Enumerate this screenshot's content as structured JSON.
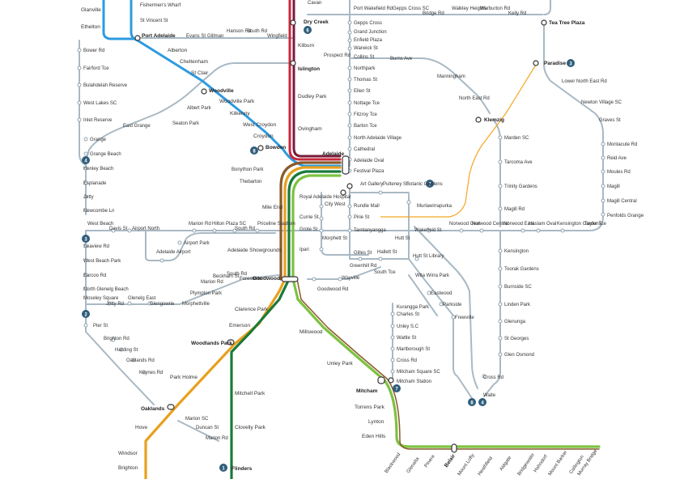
{
  "colors": {
    "bus_grey": "#a9b9c4",
    "seaford_orange": "#e8a01e",
    "flinders_green": "#1a7a3a",
    "belair_green": "#7dc242",
    "belair_brown": "#8a5a2b",
    "gawler_red": "#c8283c",
    "outer_harbor_blue": "#2d9be0",
    "grange_blue": "#3aa0e0",
    "adelaide_maroon": "#7a1b3a",
    "tram_orange": "#f5a623",
    "label": "#333333"
  },
  "stations": {
    "glanville": "Glanville",
    "ethelton": "Ethelton",
    "fishermens_wharf": "Fishermen's Wharf",
    "st_vincent_st": "St Vincent St",
    "port_adelaide": "Port Adelaide",
    "evans_st": "Evans St",
    "gillman": "Gillman",
    "hanson_rd": "Hanson Rd",
    "south_rd_n": "South Rd",
    "wingfield": "Wingfield",
    "cavan": "Cavan",
    "dry_creek": "Dry Creek",
    "port_wakefield_rd": "Port Wakefield Rd",
    "gepps_cross_sc": "Gepps Cross SC",
    "bridge_rd": "Bridge Rd",
    "walkley_heights": "Walkley Heights",
    "warburton_rd": "Warburton Rd",
    "kelly_rd": "Kelly Rd",
    "tea_tree_plaza": "Tea Tree Plaza",
    "gepps_cross": "Gepps Cross",
    "grand_junction": "Grand Junction",
    "enfield_plaza": "Enfield Plaza",
    "warwick_st": "Warwick St",
    "collins_st": "Collins St",
    "prospect_rd": "Prospect Rd",
    "burns_ave": "Burns Ave",
    "paradise": "Paradise",
    "lower_north_east_rd": "Lower North East Rd",
    "newton_village_sc": "Newton Village SC",
    "graves_st": "Graves St",
    "montacute_rd": "Montacute Rd",
    "reid_ave": "Reid Ave",
    "moules_rd": "Moules Rd",
    "magill": "Magill",
    "magill_central": "Magill Central",
    "penfolds_grange": "Penfolds Grange",
    "bower_rd": "Bower Rd",
    "fairford_tce": "Fairford Tce",
    "bulahdelah_reserve": "Bulahdelah Reserve",
    "west_lakes_sc": "West Lakes SC",
    "inlet_reserve": "Inlet Reserve",
    "east_grange": "East Grange",
    "grange": "Grange",
    "grange_beach": "Grange Beach",
    "henley_beach": "Henley Beach",
    "esplanade": "Esplanade",
    "jetty": "Jetty",
    "newcombe_ln": "Newcombe Ln",
    "alberton": "Alberton",
    "cheltenham": "Cheltenham",
    "st_clair": "St Clair",
    "woodville": "Woodville",
    "albert_park": "Albert Park",
    "seaton_park": "Seaton Park",
    "woodville_park": "Woodville Park",
    "kilkenny": "Kilkenny",
    "west_croydon": "West Croydon",
    "croydon": "Croydon",
    "bowden": "Bowden",
    "bonython_park": "Bonython Park",
    "thebarton": "Thebarton",
    "kilburn": "Kilburn",
    "islington": "Islington",
    "dudley_park": "Dudley Park",
    "ovingham": "Ovingham",
    "adelaide": "Adelaide",
    "northpark": "Northpark",
    "thomas_st": "Thomas St",
    "ellen_st": "Ellen St",
    "nottage_tce": "Nottage Tce",
    "fitzroy_tce": "Fitzroy Tce",
    "barton_tce": "Barton Tce",
    "north_adelaide_village": "North Adelaide Village",
    "cathedral": "Cathedral",
    "adelaide_oval": "Adelaide Oval",
    "festival_plaza": "Festival Plaza",
    "manningham": "Manningham",
    "north_east_rd": "North East Rd",
    "klemzig": "Klemzig",
    "marden_sc": "Marden SC",
    "tarcoma_ave": "Tarcoma Ave",
    "trinity_gardens": "Trinity Gardens",
    "magill_rd": "Magill Rd",
    "norwood_east": "Norwood East",
    "haslam_oval": "Haslam Oval",
    "kensington_gardens": "Kensington Gardens",
    "taylor_tce": "Taylor Tce",
    "kensington": "Kensington",
    "toorak_gardens": "Toorak Gardens",
    "burnside_sc": "Burnside SC",
    "linden_park": "Linden Park",
    "glenunga": "Glenunga",
    "st_georges": "St Georges",
    "glen_osmond": "Glen Osmond",
    "cross_rd_e": "Cross Rd",
    "waite": "Waite",
    "art_gallery": "Art Gallery",
    "pulteney_st": "Pulteney St",
    "botanic_gardens": "Botanic Gardens",
    "rundle_mall": "Rundle Mall",
    "pirie_st": "Pirie St",
    "tarntanyangga": "Tarntanyangga",
    "murlawirrapurka": "Murlawirrapurka",
    "wakefield_st": "Wakefield St",
    "norwood_oval": "Norwood Oval",
    "norwood_central": "Norwood Central",
    "hutt_st": "Hutt St",
    "hallett_st": "Hallett St",
    "gilles_st": "Gilles St",
    "hutt_st_library": "Hutt St Library",
    "royal_adelaide_hospital": "Royal Adelaide Hospital",
    "city_west": "City West",
    "currie_st": "Currie St",
    "grote_st": "Grote St",
    "morphett_st": "Morphett St",
    "mile_end": "Mile End",
    "west_beach": "West Beach",
    "davis_st": "Davis St",
    "airport_north": "Airport North",
    "marion_rd_n": "Marion Rd",
    "hilton_plaza_sc": "Hilton Plaza SC",
    "south_rd_m": "South Rd",
    "priceline_stadium": "Priceline Stadium",
    "airport_park": "Airport Park",
    "adelaide_airport": "Adelaide Airport",
    "adelaide_showgrounds": "Adelaide Showgrounds",
    "ipari": "Ipari",
    "greenhill_rd": "Greenhill Rd",
    "south_tce": "South Tce",
    "wita_wirra_park": "Wita Wirra Park",
    "seaview_rd": "Seaview Rd",
    "west_beach_park": "West Beach Park",
    "barcoo_rd": "Barcoo Rd",
    "north_glenelg_beach": "North Glenelg Beach",
    "moseley_square": "Moseley Square",
    "jetty_rd": "Jetty Rd",
    "glenelg_east": "Glenelg East",
    "glengowrie": "Glengowrie",
    "morphettville": "Morphettville",
    "plympton_park": "Plympton Park",
    "marion_rd_t": "Marion Rd",
    "beckham_st": "Beckham St",
    "south_rd_t": "South Rd",
    "forestville": "Forestville",
    "goodwood": "Goodwood",
    "wayville": "Wayville",
    "goodwood_rd": "Goodwood Rd",
    "eastwood": "Eastwood",
    "parkside": "Parkside",
    "frewville": "Frewville",
    "kurangga_park": "Kurangga Park",
    "charles_st": "Charles St",
    "unley_sc": "Unley S.C",
    "wattle_st": "Wattle St",
    "marlborough_st": "Marlborough St",
    "cross_rd_w": "Cross Rd",
    "mitcham_square_sc": "Mitcham Square SC",
    "mitcham_station": "Mitcham Station",
    "clarence_park": "Clarence Park",
    "emerson": "Emerson",
    "woodlands_park": "Woodlands Park",
    "millswood": "Millswood",
    "unley_park": "Unley Park",
    "mitcham": "Mitcham",
    "torrens_park": "Torrens Park",
    "lynton": "Lynton",
    "eden_hills": "Eden Hills",
    "park_holme": "Park Holme",
    "mitchell_park": "Mitchell Park",
    "oaklands": "Oaklands",
    "hove": "Hove",
    "marion_sc": "Marion SC",
    "duncan_st": "Duncan St",
    "marion_rd_s": "Marion Rd",
    "clovelly_park": "Clovelly Park",
    "windsor": "Windsor",
    "brighton": "Brighton",
    "flinders": "Flinders",
    "pier_st": "Pier St",
    "brighton_rd": "Brighton Rd",
    "harding_st": "Harding St",
    "oaklands_rd": "Oaklands Rd",
    "keynes_rd": "Keynes Rd",
    "blackwood": "Blackwood",
    "glenalta": "Glenalta",
    "pinera": "Pinera",
    "belair": "Belair",
    "mount_lofty": "Mount Lofty",
    "heathfield": "Heathfield",
    "aldgate": "Aldgate",
    "bridgewater": "Bridgewater",
    "hahndorf": "Hahndorf",
    "mount_barker": "Mount Barker",
    "callington": "Callington",
    "murray_bridge": "Murray Bridge"
  },
  "markers": {
    "m1": "1",
    "m2": "2",
    "m3": "3",
    "m4": "4",
    "m6": "6",
    "m7": "7",
    "m8": "8"
  }
}
